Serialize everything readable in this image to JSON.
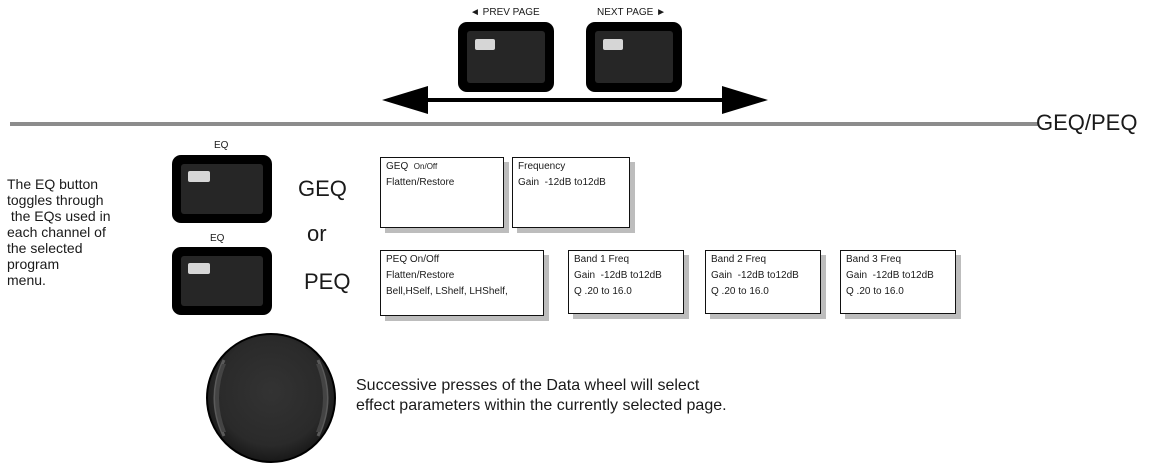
{
  "nav": {
    "prev_label": "◄ PREV PAGE",
    "next_label": "NEXT PAGE ►"
  },
  "section_title": "GEQ/PEQ",
  "eq_button_label_top": "EQ",
  "eq_button_label_bottom": "EQ",
  "description_lines": [
    "The EQ button",
    "toggles through",
    " the EQs used in",
    "each channel of",
    "the selected",
    "program",
    "menu."
  ],
  "mode_geq": "GEQ",
  "mode_or": "or",
  "mode_peq": "PEQ",
  "geq_screens": {
    "page1": {
      "line1_main": "GEQ",
      "line1_sub": "On/Off",
      "line2": "Flatten/Restore"
    },
    "page2": {
      "line1": "Frequency",
      "line2": "Gain  -12dB to12dB"
    }
  },
  "peq_screens": {
    "page1": {
      "line1": "PEQ On/Off",
      "line2": "Flatten/Restore",
      "line3": "Bell,HSelf, LShelf, LHShelf,"
    },
    "band1": {
      "line1": "Band 1 Freq",
      "line2": "Gain  -12dB to12dB",
      "line3": "Q .20 to 16.0"
    },
    "band2": {
      "line1": "Band 2 Freq",
      "line2": "Gain  -12dB to12dB",
      "line3": "Q .20 to 16.0"
    },
    "band3": {
      "line1": "Band 3 Freq",
      "line2": "Gain  -12dB to12dB",
      "line3": "Q .20 to 16.0"
    }
  },
  "wheel_text": {
    "line1": "Successive presses of the Data wheel will select",
    "line2": "effect parameters within the currently selected page."
  },
  "colors": {
    "button_body": "#000000",
    "button_face": "#262626",
    "led": "#d6d6d6",
    "rule": "#8c8c8c",
    "shadow": "#bdbdbd"
  }
}
